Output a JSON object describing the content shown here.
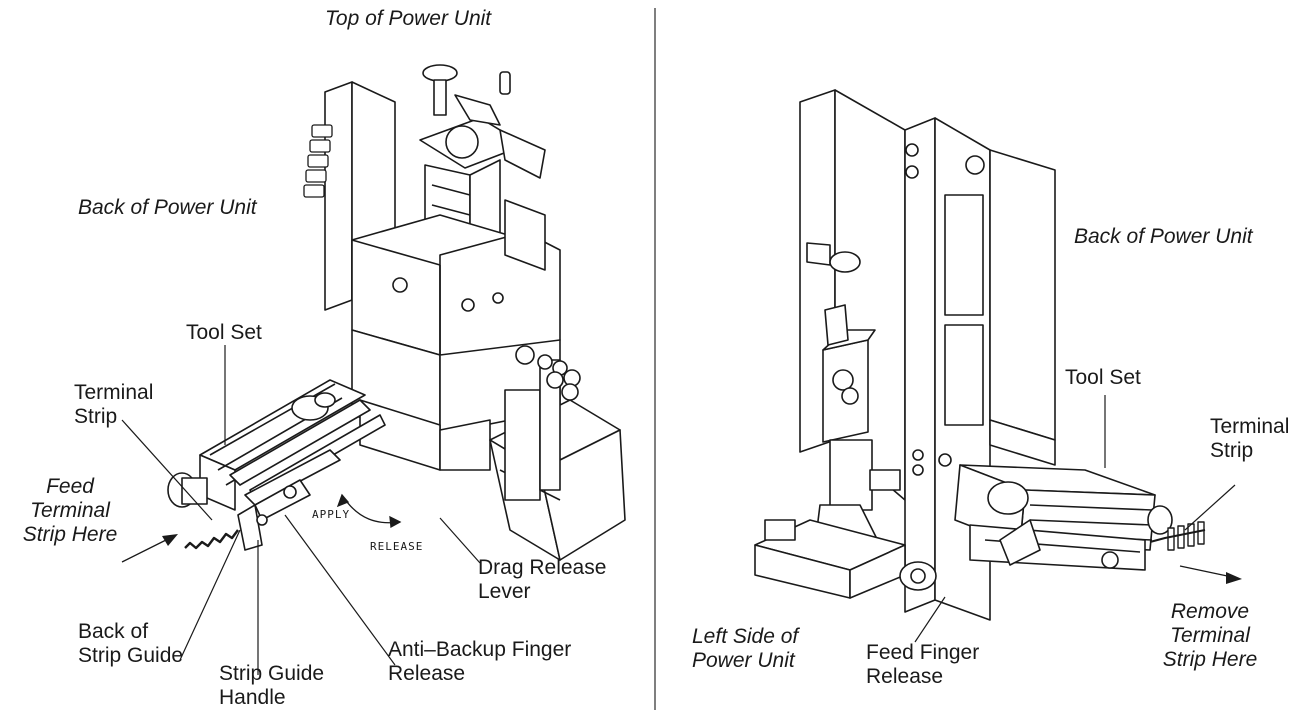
{
  "left_panel": {
    "top_of_power_unit": "Top of Power Unit",
    "back_of_power_unit": "Back of Power Unit",
    "tool_set": "Tool Set",
    "terminal_strip": "Terminal\nStrip",
    "feed_terminal_strip_here": "Feed\nTerminal\nStrip Here",
    "back_of_strip_guide": "Back of\nStrip Guide",
    "strip_guide_handle": "Strip Guide\nHandle",
    "anti_backup_finger_release": "Anti–Backup Finger\nRelease",
    "drag_release_lever": "Drag Release\nLever",
    "apply": "APPLY",
    "release": "RELEASE"
  },
  "right_panel": {
    "back_of_power_unit": "Back of Power Unit",
    "tool_set": "Tool Set",
    "terminal_strip": "Terminal\nStrip",
    "left_side_of_power_unit": "Left Side of\nPower Unit",
    "feed_finger_release": "Feed Finger\nRelease",
    "remove_terminal_strip_here": "Remove\nTerminal\nStrip Here"
  },
  "colors": {
    "line": "#1a1a1a",
    "fill": "#ffffff",
    "shade": "#d9d9d9"
  }
}
